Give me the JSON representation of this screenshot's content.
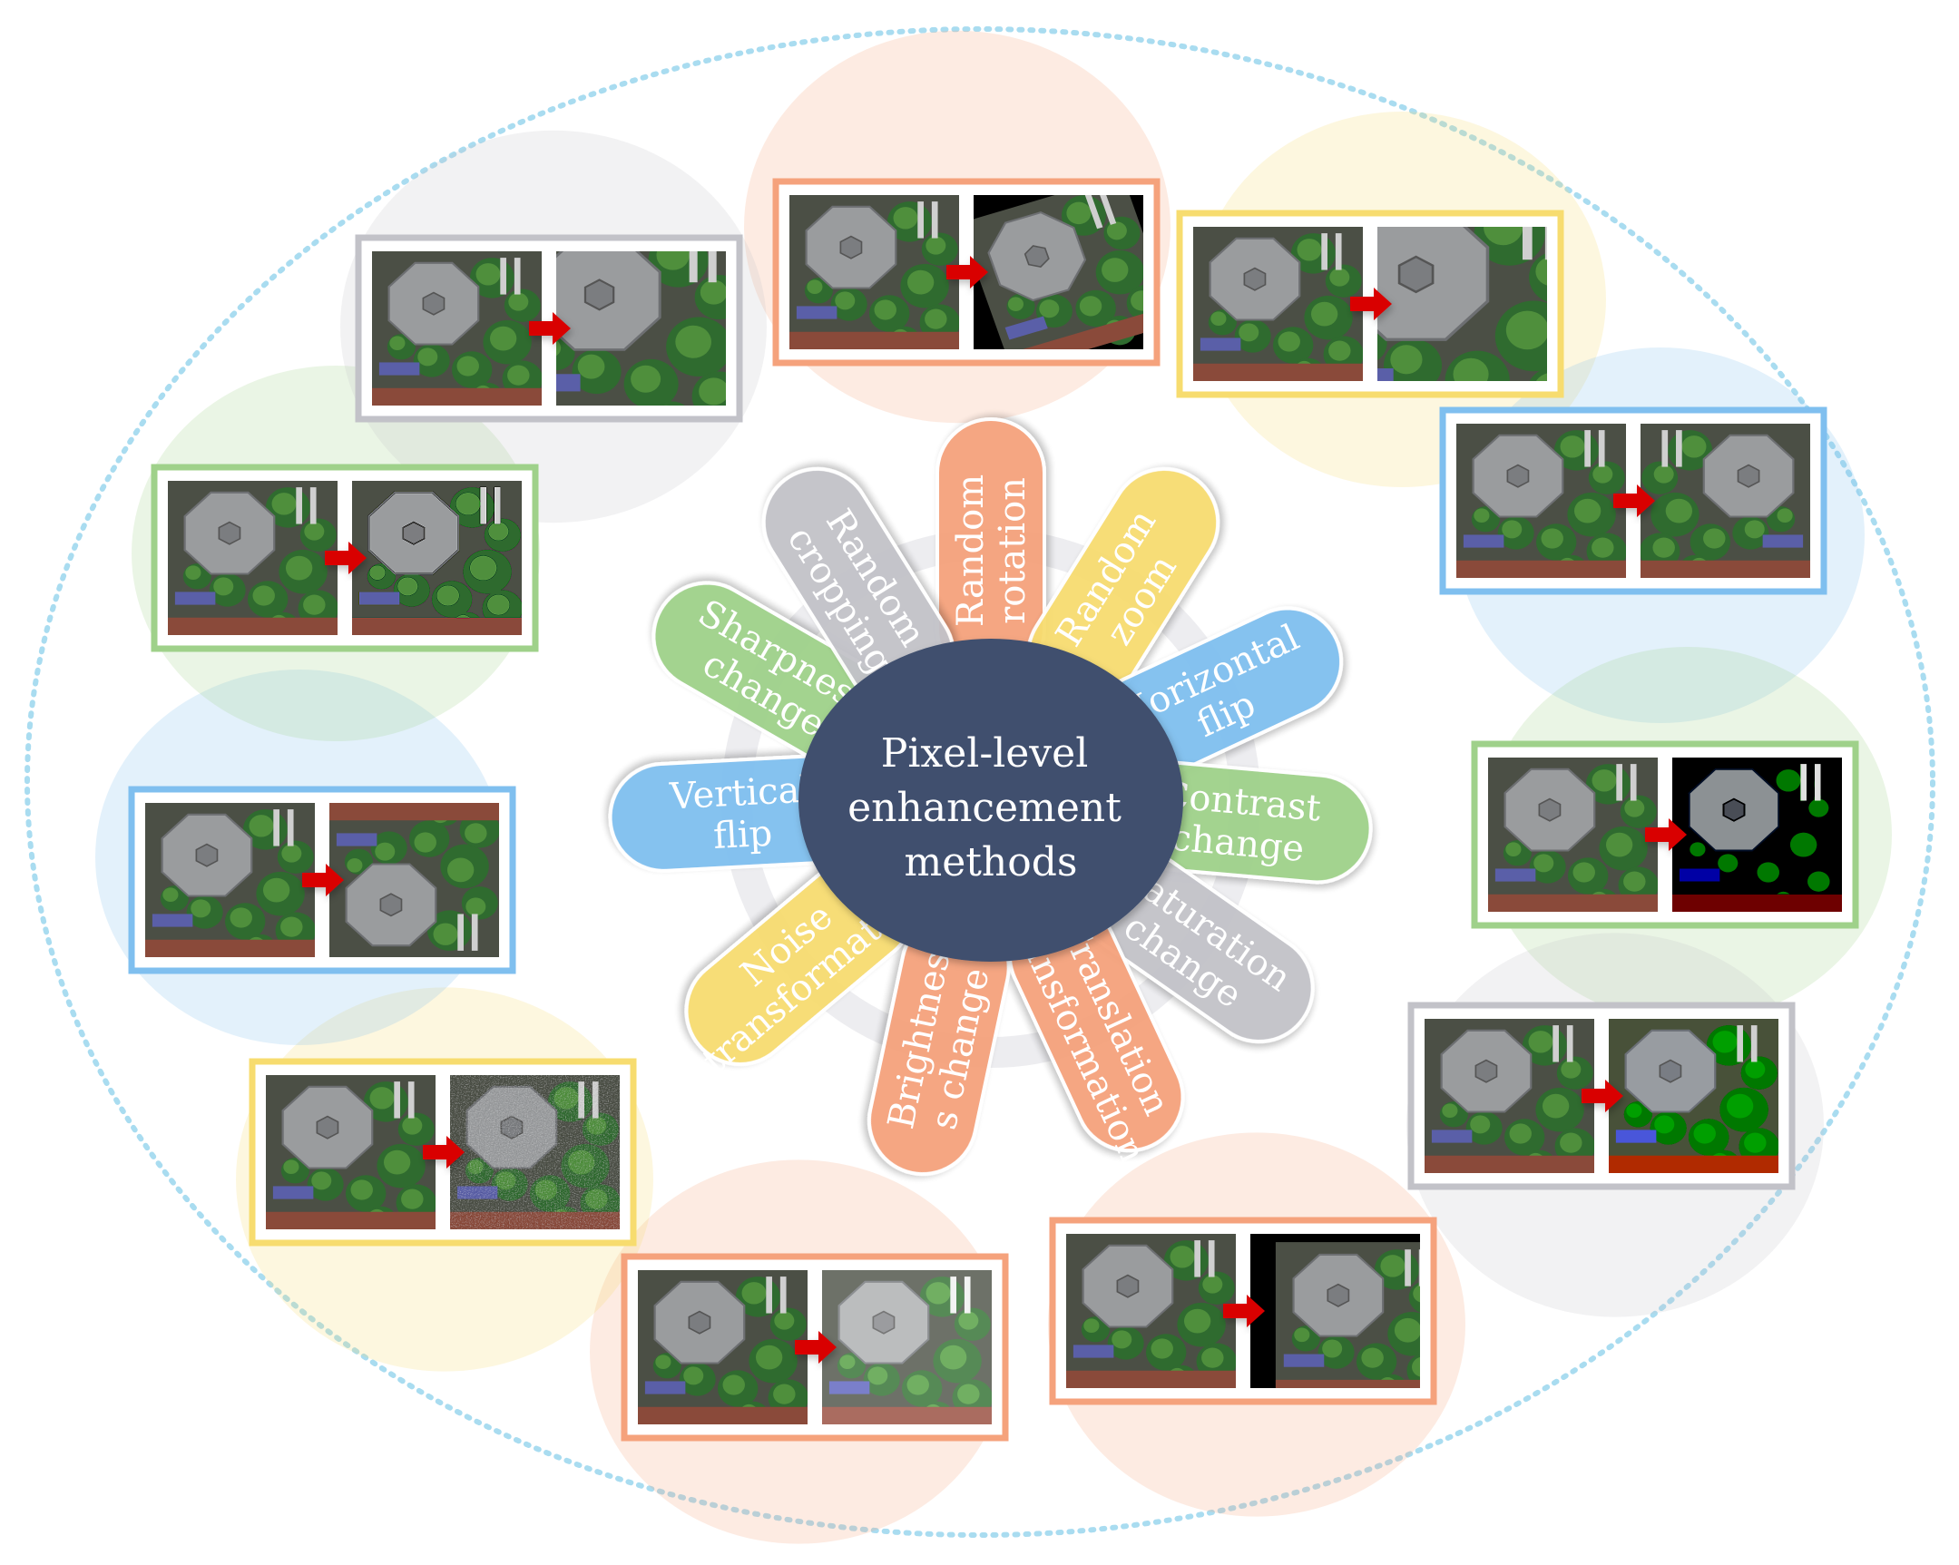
{
  "center": {
    "lines": [
      "Pixel-level",
      "enhancement",
      "methods"
    ],
    "color": "#3f4f6e"
  },
  "arrow_color": "#d90000",
  "methods": [
    {
      "key": "random-rotation",
      "lines": [
        "Random",
        "rotation"
      ],
      "color": "#f5a27c",
      "transform": "rotate"
    },
    {
      "key": "random-zoom",
      "lines": [
        "Random",
        "zoom"
      ],
      "color": "#f7dc6f",
      "transform": "zoom"
    },
    {
      "key": "horizontal-flip",
      "lines": [
        "Horizontal",
        "flip"
      ],
      "color": "#7fbfef",
      "transform": "hflip"
    },
    {
      "key": "contrast-change",
      "lines": [
        "Contrast",
        "change"
      ],
      "color": "#9fd18a",
      "transform": "contrast"
    },
    {
      "key": "saturation-change",
      "lines": [
        "Saturation",
        "change"
      ],
      "color": "#c2c2c8",
      "transform": "saturate"
    },
    {
      "key": "translation-transformation",
      "lines": [
        "Translation",
        "transformation"
      ],
      "color": "#f5a27c",
      "transform": "translate"
    },
    {
      "key": "brightness-change",
      "lines": [
        "Brightnes",
        "s change"
      ],
      "color": "#f5a27c",
      "transform": "bright"
    },
    {
      "key": "noise-transformation",
      "lines": [
        "Noise",
        "transformation"
      ],
      "color": "#f7dc6f",
      "transform": "noise"
    },
    {
      "key": "vertical-flip",
      "lines": [
        "Vertical",
        "flip"
      ],
      "color": "#7fbfef",
      "transform": "vflip"
    },
    {
      "key": "sharpness-change",
      "lines": [
        "Sharpness",
        "change"
      ],
      "color": "#9fd18a",
      "transform": "sharp"
    },
    {
      "key": "random-cropping",
      "lines": [
        "Random",
        "cropping"
      ],
      "color": "#c2c2c8",
      "transform": "crop"
    }
  ]
}
